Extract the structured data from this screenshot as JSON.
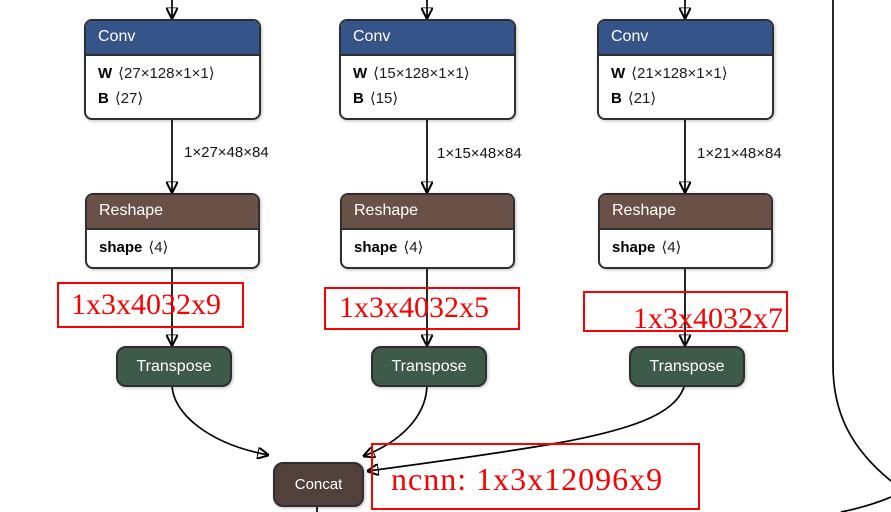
{
  "colors": {
    "conv-header": "#35548a",
    "reshape-header": "#6a5148",
    "transpose-bg": "#3e5a49",
    "concat-bg": "#52413a",
    "annotation-red": "#fb0000",
    "node-border": "#2f2f2f",
    "edge": "#000000"
  },
  "columns": [
    {
      "conv_title": "Conv",
      "conv_attrs": [
        {
          "key": "W",
          "value": "⟨27×128×1×1⟩"
        },
        {
          "key": "B",
          "value": "⟨27⟩"
        }
      ],
      "output_shape": "1×27×48×84",
      "reshape_title": "Reshape",
      "reshape_attrs": [
        {
          "key": "shape",
          "value": "⟨4⟩"
        }
      ],
      "annotation": "1x3x4032x9",
      "transpose_title": "Transpose"
    },
    {
      "conv_title": "Conv",
      "conv_attrs": [
        {
          "key": "W",
          "value": "⟨15×128×1×1⟩"
        },
        {
          "key": "B",
          "value": "⟨15⟩"
        }
      ],
      "output_shape": "1×15×48×84",
      "reshape_title": "Reshape",
      "reshape_attrs": [
        {
          "key": "shape",
          "value": "⟨4⟩"
        }
      ],
      "annotation": "1x3x4032x5",
      "transpose_title": "Transpose"
    },
    {
      "conv_title": "Conv",
      "conv_attrs": [
        {
          "key": "W",
          "value": "⟨21×128×1×1⟩"
        },
        {
          "key": "B",
          "value": "⟨21⟩"
        }
      ],
      "output_shape": "1×21×48×84",
      "reshape_title": "Reshape",
      "reshape_attrs": [
        {
          "key": "shape",
          "value": "⟨4⟩"
        }
      ],
      "annotation": "1x3x4032x7",
      "transpose_title": "Transpose"
    }
  ],
  "concat": {
    "label": "Concat"
  },
  "concat_annotation": "ncnn: 1x3x12096x9"
}
